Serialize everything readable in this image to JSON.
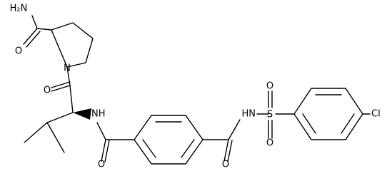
{
  "atom_labels": {
    "amide_nh2": "H₂N",
    "amide_o": "O",
    "pyrrolidine_n": "N",
    "prolyl_o": "O",
    "valine_nh": "NH",
    "terephthal_o_left": "O",
    "terephthal_o_right": "O",
    "sulfonamide_nh": "HN",
    "sulfur": "S",
    "sulfonyl_o_top": "O",
    "sulfonyl_o_bottom": "O",
    "chlorine": "Cl"
  },
  "colors": {
    "ink": "#000000",
    "background": "#ffffff"
  }
}
